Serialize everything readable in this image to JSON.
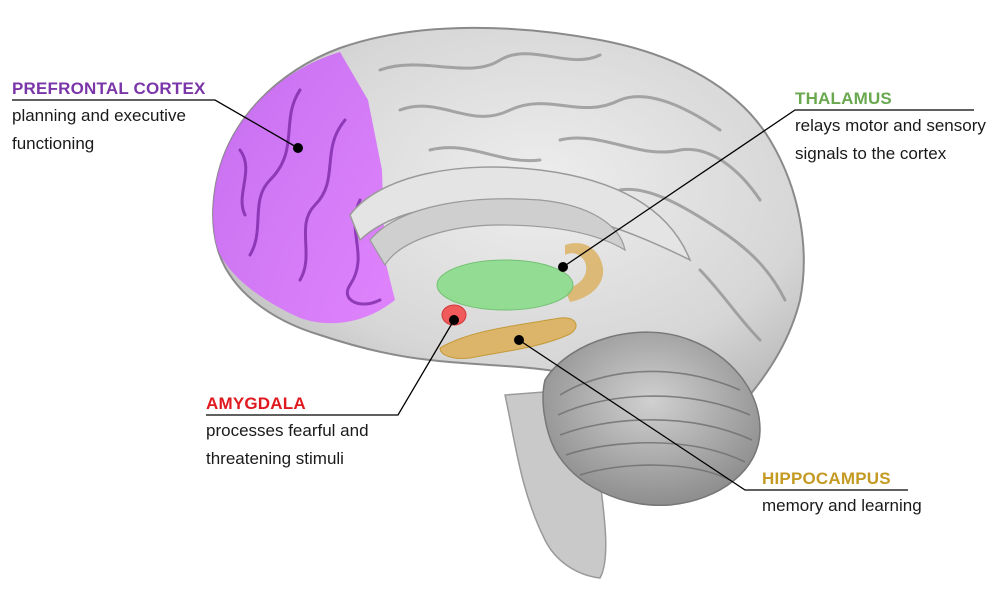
{
  "labels": {
    "prefrontal": {
      "title": "PREFRONTAL CORTEX",
      "desc": "planning and executive functioning",
      "color": "#7a36a8"
    },
    "thalamus": {
      "title": "THALAMUS",
      "desc": "relays motor and sensory signals to the cortex",
      "color": "#6aa84f"
    },
    "amygdala": {
      "title": "AMYGDALA",
      "desc": "processes fearful and threatening stimuli",
      "color": "#e0191f"
    },
    "hippocampus": {
      "title": "HIPPOCAMPUS",
      "desc": "memory and learning",
      "color": "#c49a22"
    }
  },
  "region_colors": {
    "prefrontal": "#cc66ff",
    "thalamus": "#8fdc8f",
    "amygdala": "#f05a5a",
    "hippocampus": "#dcb56a",
    "brain": "#d9d9d9"
  }
}
